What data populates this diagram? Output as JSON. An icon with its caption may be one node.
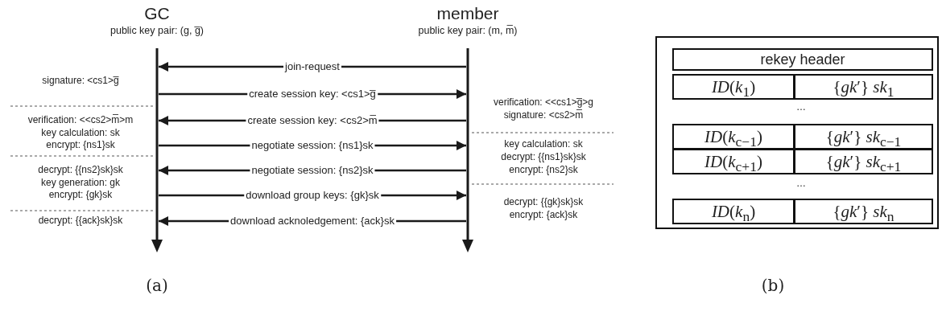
{
  "diagram": {
    "nodes": [
      {
        "text": [
          "GC",
          "public key pair: (g, g̅)"
        ]
      },
      {
        "text": [
          "member",
          "public key pair: (m, m̅)"
        ]
      },
      {
        "text": [],
        "shape": "box"
      },
      {
        "text": [
          "rekey header"
        ],
        "in": 2
      },
      {
        "text": [
          "*ID*(*k*$_{1}$)"
        ],
        "in": 2
      },
      {
        "text": [
          "{*gk*′} *sk*$_{1}$"
        ],
        "in": 2
      },
      {
        "text": [
          "*ID*(*k*$_{c−1}$)"
        ],
        "in": 2
      },
      {
        "text": [
          "{*gk*′} *sk*$_{c−1}$"
        ],
        "in": 2
      },
      {
        "text": [
          "*ID*(*k*$_{c+1}$)"
        ],
        "in": 2
      },
      {
        "text": [
          "{*gk*′} *sk*$_{c+1}$"
        ],
        "in": 2
      },
      {
        "text": [
          "*ID*(*k*$_{n}$)"
        ],
        "in": 2
      },
      {
        "text": [
          "{*gk*′} *sk*$_{n}$"
        ],
        "in": 2
      }
    ],
    "edges": [
      {
        "from": 1,
        "to": 0,
        "arrow": "to",
        "label": "join-request"
      },
      {
        "from": 0,
        "to": 1,
        "arrow": "to",
        "label": "create session key: <cs1>g̅"
      },
      {
        "from": 1,
        "to": 0,
        "arrow": "to",
        "label": "create session key: <cs2>m̅"
      },
      {
        "from": 0,
        "to": 1,
        "arrow": "to",
        "label": "negotiate session: {ns1}sk"
      },
      {
        "from": 1,
        "to": 0,
        "arrow": "to",
        "label": "negotiate session: {ns2}sk"
      },
      {
        "from": 0,
        "to": 1,
        "arrow": "to",
        "label": "download group keys: {gk}sk"
      },
      {
        "from": 1,
        "to": 0,
        "arrow": "to",
        "label": "download acknoledgement: {ack}sk"
      }
    ],
    "labels": [
      "signature: <cs1>g̅",
      "verification: <<cs2>m̅>m",
      "key calculation: sk",
      "encrypt: {ns1}sk",
      "decrypt: {{ns2}sk}sk",
      "key generation: gk",
      "encrypt: {gk}sk",
      "decrypt: {{ack}sk}sk",
      "verification: <<cs1>g̅>g",
      "signature: <cs2>m̅",
      "key calculation: sk",
      "decrypt: {{ns1}sk}sk",
      "encrypt: {ns2}sk",
      "decrypt: {{gk}sk}sk",
      "encrypt: {ack}sk",
      "…",
      "…",
      "(a)",
      "(b)"
    ]
  }
}
